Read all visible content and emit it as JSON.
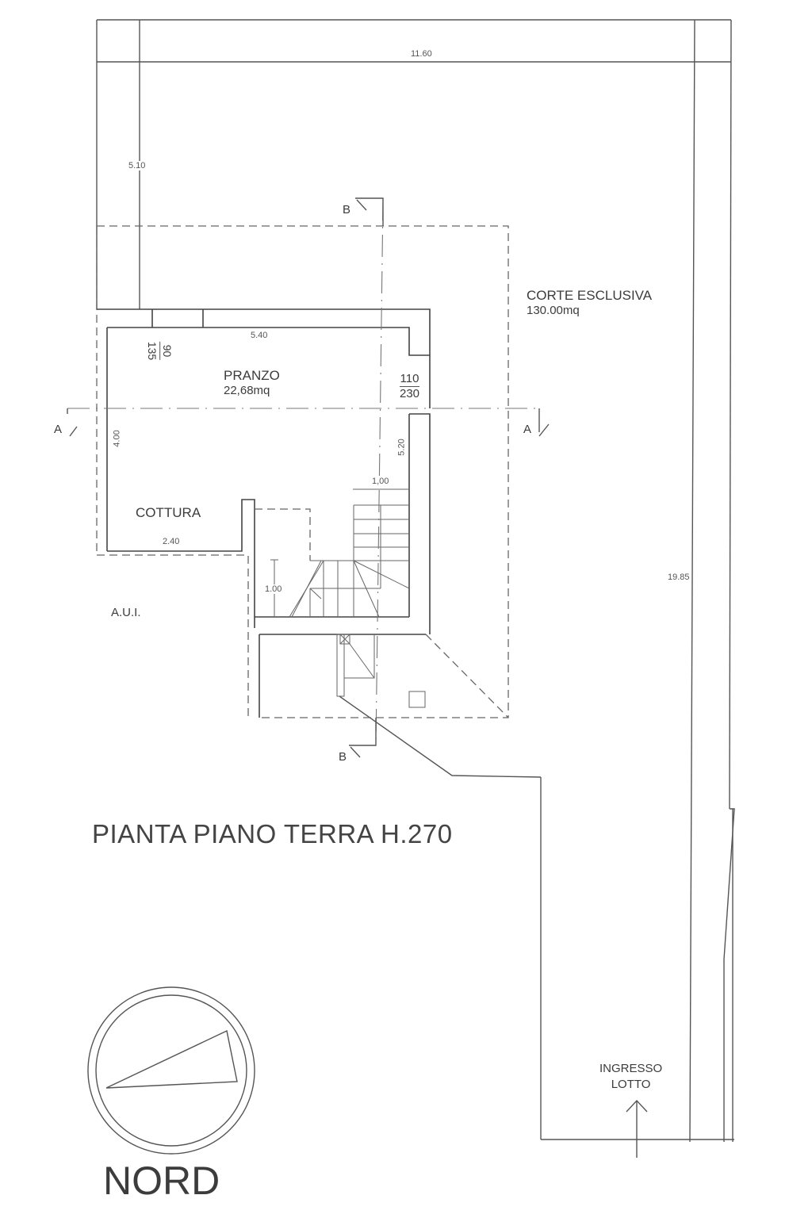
{
  "drawing": {
    "title": "PIANTA PIANO TERRA H.270",
    "north_label": "NORD",
    "colors": {
      "line": "#555555",
      "text": "#3c3c3c",
      "background": "#ffffff"
    }
  },
  "rooms": [
    {
      "id": "pranzo",
      "name": "PRANZO",
      "area": "22,68mq"
    },
    {
      "id": "cottura",
      "name": "COTTURA"
    },
    {
      "id": "corte",
      "name": "CORTE ESCLUSIVA",
      "area": "130.00mq"
    },
    {
      "id": "aui",
      "name": "A.U.I."
    }
  ],
  "dimensions": {
    "lot_width": "11.60",
    "lot_length": "19.85",
    "setback_north": "5.10",
    "pranzo_width": "5.40",
    "pranzo_depth": "4.00",
    "cottura_width": "2.40",
    "stair_height": "5.20",
    "stair_width_top": "1,00",
    "stair_width_side": "1.00"
  },
  "openings": {
    "window_north": {
      "width": "90",
      "height": "135"
    },
    "door_east": {
      "width": "110",
      "height": "230"
    }
  },
  "sections": {
    "a_left": "A",
    "a_right": "A",
    "b_top": "B",
    "b_bottom": "B"
  },
  "entrance": {
    "line1": "INGRESSO",
    "line2": "LOTTO"
  }
}
